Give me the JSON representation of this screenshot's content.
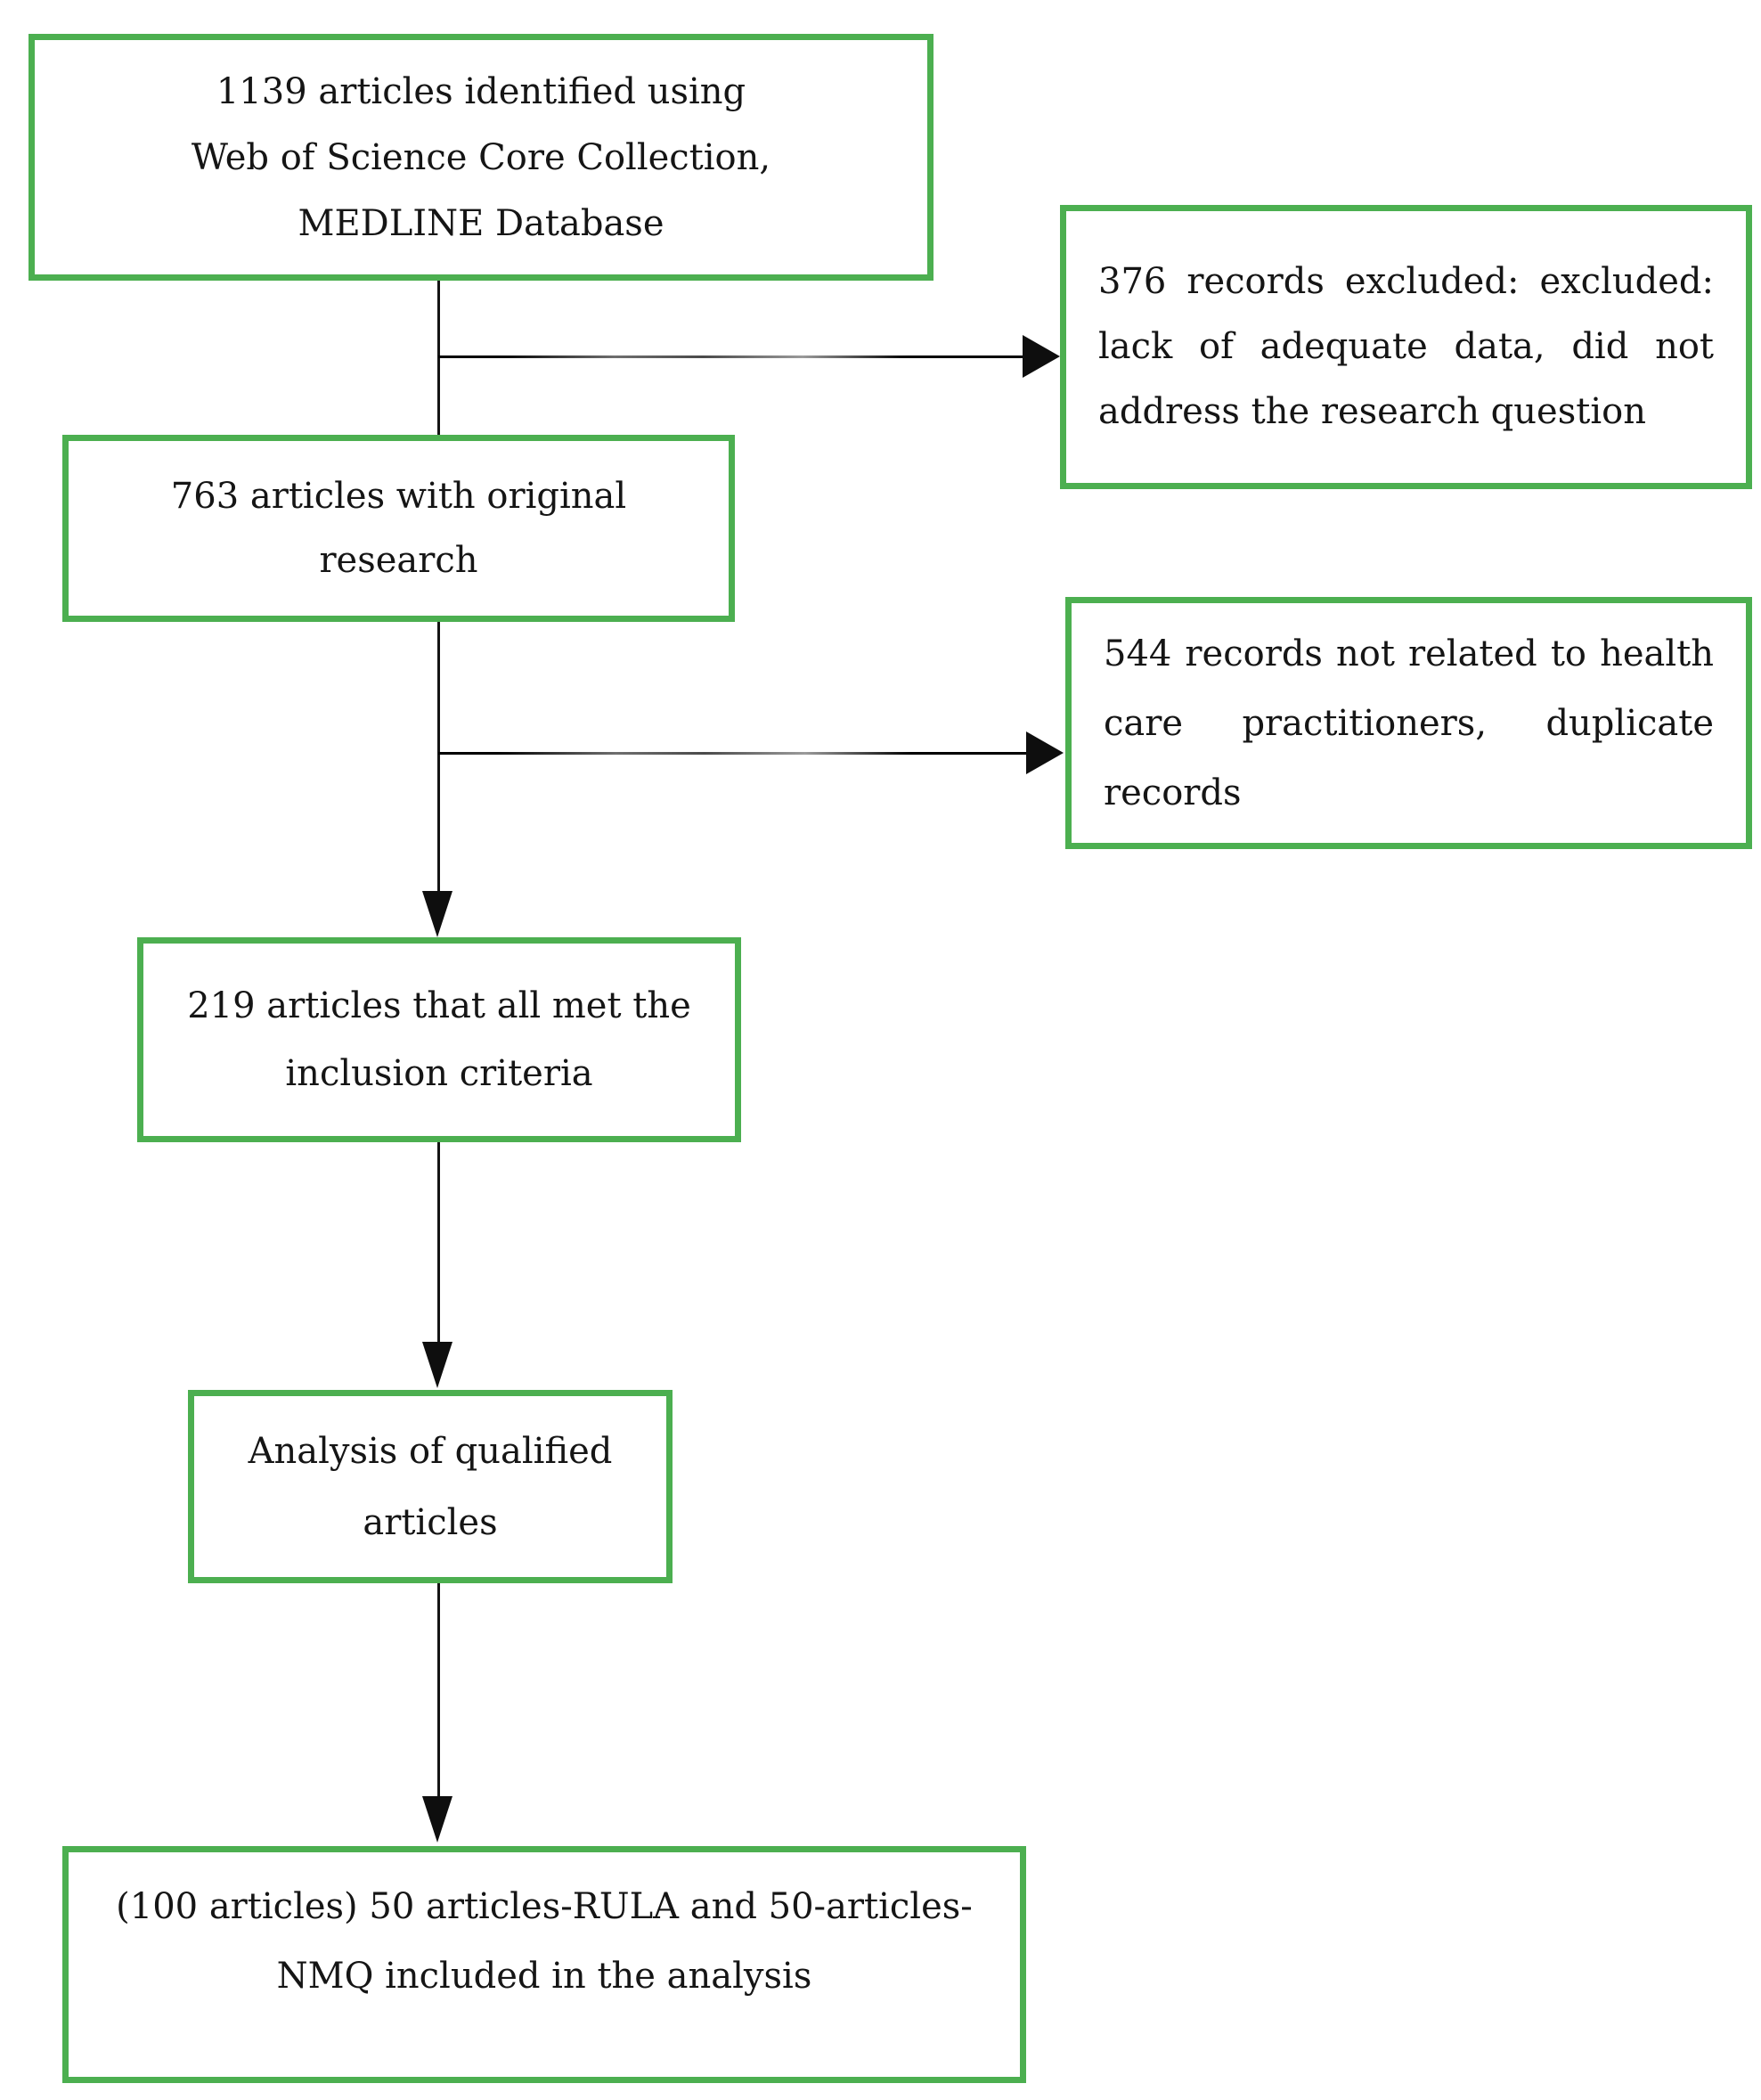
{
  "figure": {
    "type": "flowchart",
    "accent_color": "#4caf50",
    "line_color": "#141414",
    "text_color": "#151515",
    "boxes": {
      "identified": {
        "lines": [
          "1139 articles identified using",
          "Web of Science Core Collection,",
          "MEDLINE Database"
        ]
      },
      "excluded_376": {
        "lines": [
          "376 records excluded: excluded:",
          "lack of adequate data, did not",
          "address the research question"
        ]
      },
      "original_763": {
        "lines": [
          "763 articles with original",
          "research"
        ]
      },
      "excluded_544": {
        "lines": [
          "544 records not related to health",
          "care practitioners, duplicate",
          "records"
        ]
      },
      "included_219": {
        "lines": [
          "219 articles that all met the",
          "inclusion criteria"
        ]
      },
      "analysis": {
        "lines": [
          "Analysis of qualified",
          "articles"
        ]
      },
      "final_100": {
        "lines": [
          "(100 articles) 50 articles-RULA and 50-articles-",
          "NMQ included in the analysis"
        ]
      }
    }
  }
}
